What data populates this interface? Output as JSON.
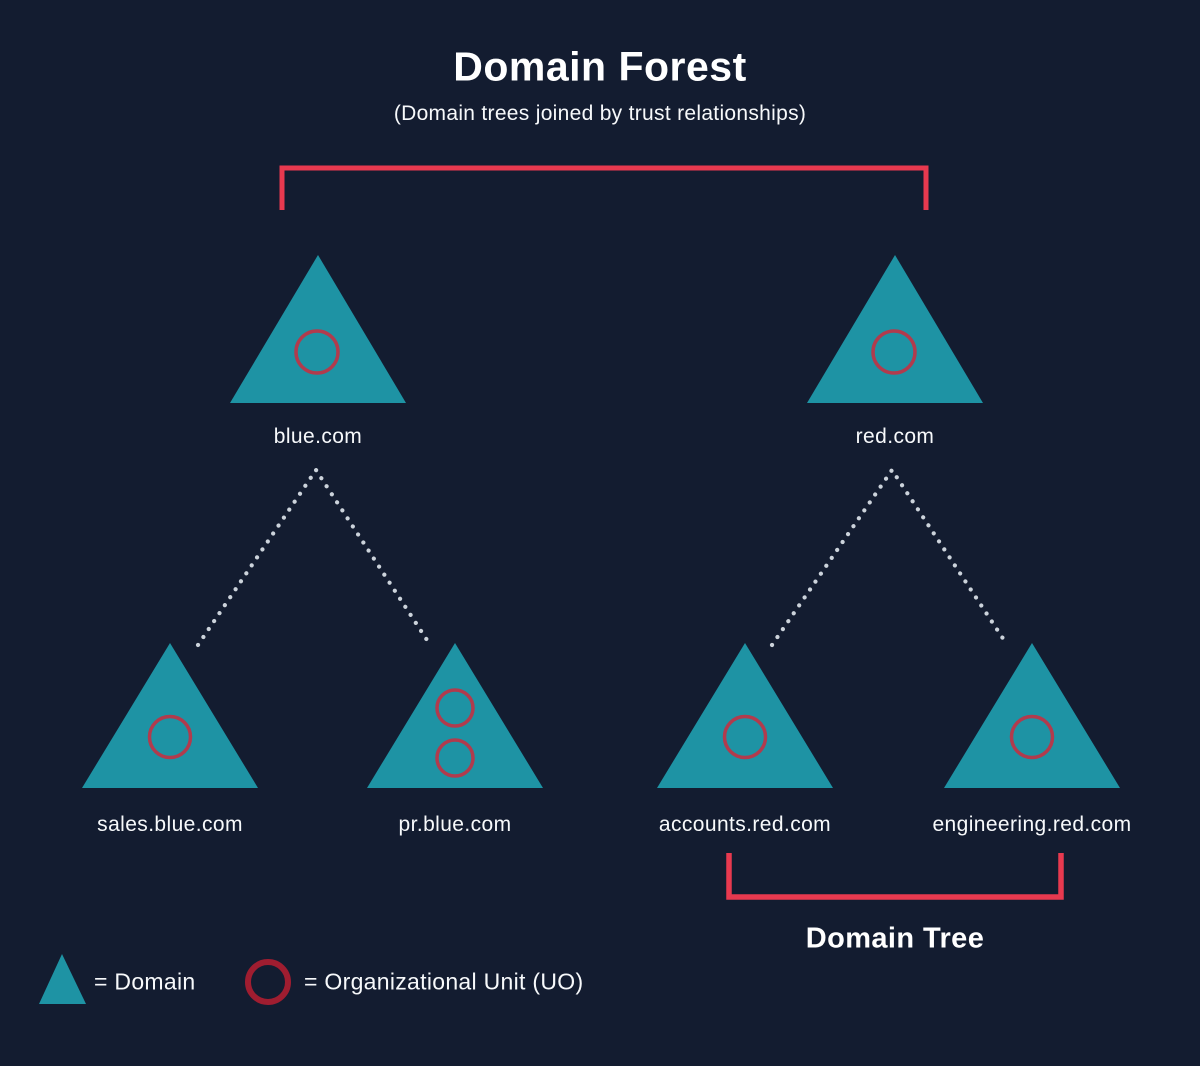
{
  "title": "Domain Forest",
  "subtitle": "(Domain trees joined by trust relationships)",
  "colors": {
    "background": "#131c30",
    "domain-fill": "#1e93a4",
    "trust-red": "#e8394f",
    "ou-red": "#b13b4d",
    "legend-ou-red": "#9f1d30",
    "connector-dot": "#ccd3db",
    "text": "#f7f9fb"
  },
  "forest": {
    "trees": [
      {
        "root": {
          "label": "blue.com",
          "ou_count": 1
        },
        "children": [
          {
            "label": "sales.blue.com",
            "ou_count": 1
          },
          {
            "label": "pr.blue.com",
            "ou_count": 2
          }
        ]
      },
      {
        "root": {
          "label": "red.com",
          "ou_count": 1
        },
        "children": [
          {
            "label": "accounts.red.com",
            "ou_count": 1
          },
          {
            "label": "engineering.red.com",
            "ou_count": 1
          }
        ]
      }
    ]
  },
  "annotations": {
    "domain_tree": "Domain Tree"
  },
  "legend": {
    "domain": "= Domain",
    "ou": "= Organizational Unit (UO)"
  }
}
